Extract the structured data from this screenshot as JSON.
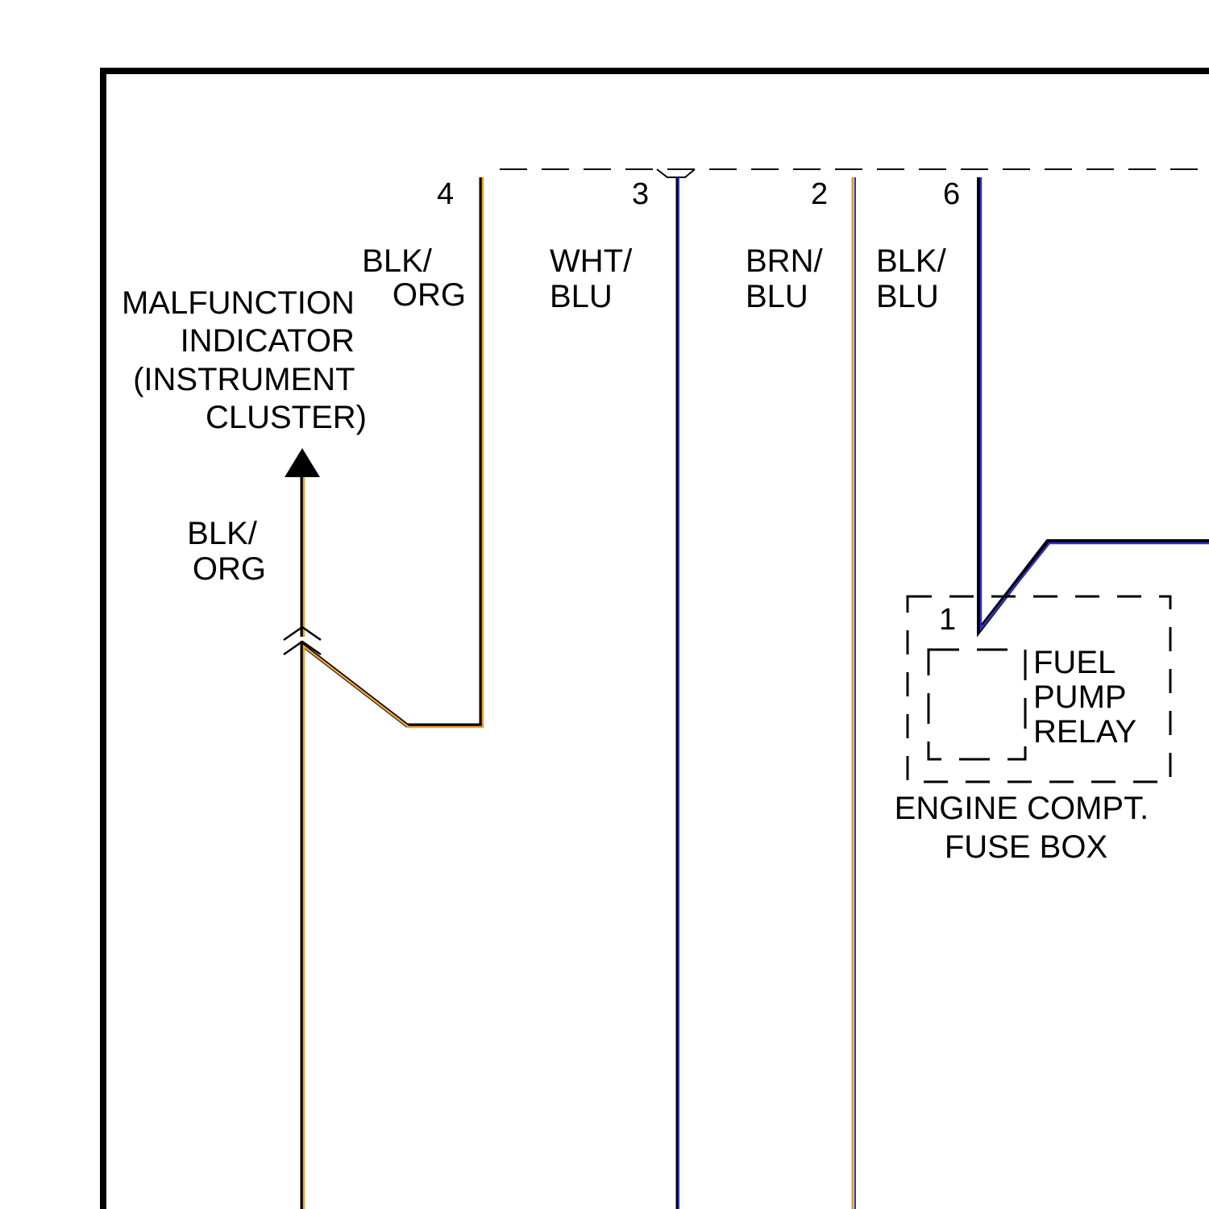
{
  "colors": {
    "background": "#ffffff",
    "frame": "#000000",
    "wire_outline": "#000000",
    "orange": "#f0a030",
    "blue": "#3030c8",
    "yellow_brown": "#d8a030"
  },
  "pins": {
    "p4": "4",
    "p3": "3",
    "p2": "2",
    "p6": "6",
    "p1": "1"
  },
  "wires": {
    "pin4": [
      "BLK/",
      "ORG"
    ],
    "pin3": [
      "WHT/",
      "BLU"
    ],
    "pin2": [
      "BRN/",
      "BLU"
    ],
    "pin6": [
      "BLK/",
      "BLU"
    ],
    "indicator_feed": [
      "BLK/",
      "ORG"
    ]
  },
  "components": {
    "indicator": [
      "MALFUNCTION",
      "INDICATOR",
      "(INSTRUMENT",
      "CLUSTER)"
    ],
    "relay": [
      "FUEL",
      "PUMP",
      "RELAY"
    ],
    "fuse_box": [
      "ENGINE COMPT.",
      "FUSE BOX"
    ]
  }
}
